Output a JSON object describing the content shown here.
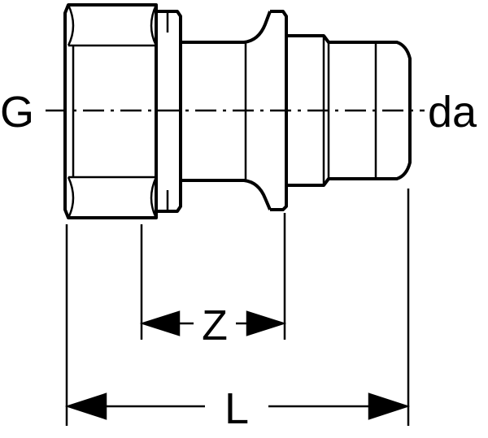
{
  "labels": {
    "thread": "G",
    "outer_diameter": "da",
    "insertion_length": "Z",
    "total_length": "L"
  },
  "colors": {
    "stroke": "#000000",
    "background": "#ffffff"
  }
}
